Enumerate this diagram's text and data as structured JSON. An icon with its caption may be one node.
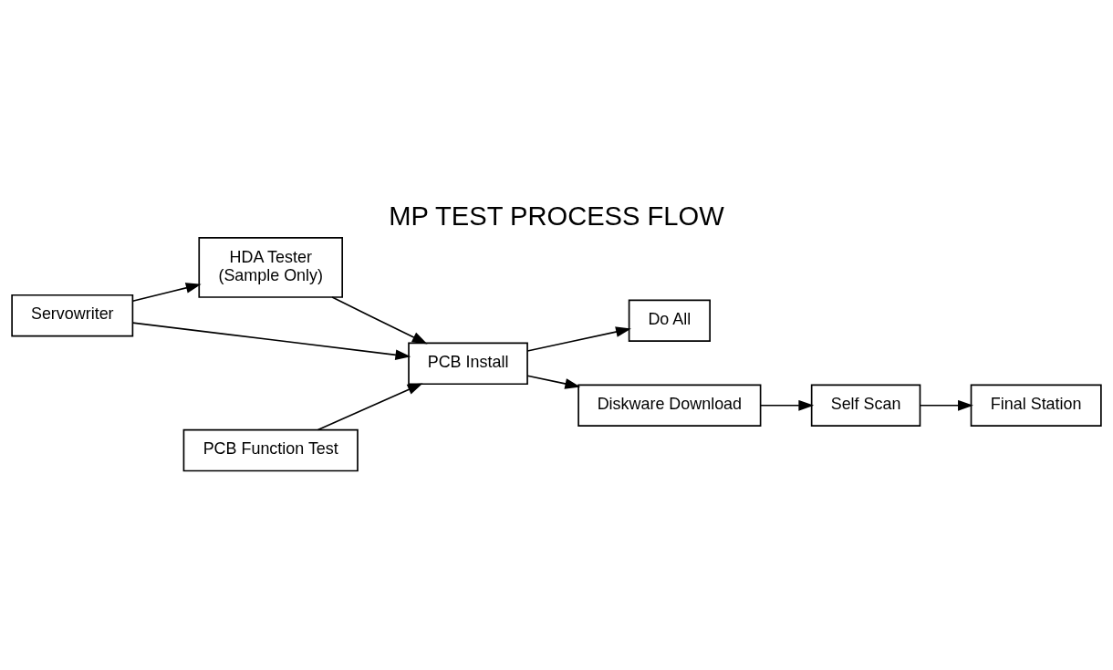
{
  "diagram": {
    "title": "MP TEST PROCESS FLOW",
    "nodes": [
      {
        "text": [
          "HDA Tester",
          "(Sample Only)"
        ]
      },
      {
        "text": [
          "Do All"
        ]
      },
      {
        "text": [
          "Servowriter"
        ]
      },
      {
        "text": [
          "PCB Install"
        ]
      },
      {
        "text": [
          "Diskware Download"
        ]
      },
      {
        "text": [
          "Self Scan"
        ]
      },
      {
        "text": [
          "Final Station"
        ]
      },
      {
        "text": [
          "PCB Function Test"
        ]
      }
    ],
    "edges": [
      {
        "from": 2,
        "to": 0,
        "arrow": "to"
      },
      {
        "from": 0,
        "to": 3,
        "arrow": "to"
      },
      {
        "from": 2,
        "to": 3,
        "arrow": "to"
      },
      {
        "from": 3,
        "to": 1,
        "arrow": "to"
      },
      {
        "from": 3,
        "to": 4,
        "arrow": "to"
      },
      {
        "from": 4,
        "to": 5,
        "arrow": "to"
      },
      {
        "from": 5,
        "to": 6,
        "arrow": "to"
      },
      {
        "from": 7,
        "to": 3,
        "arrow": "to"
      }
    ]
  }
}
